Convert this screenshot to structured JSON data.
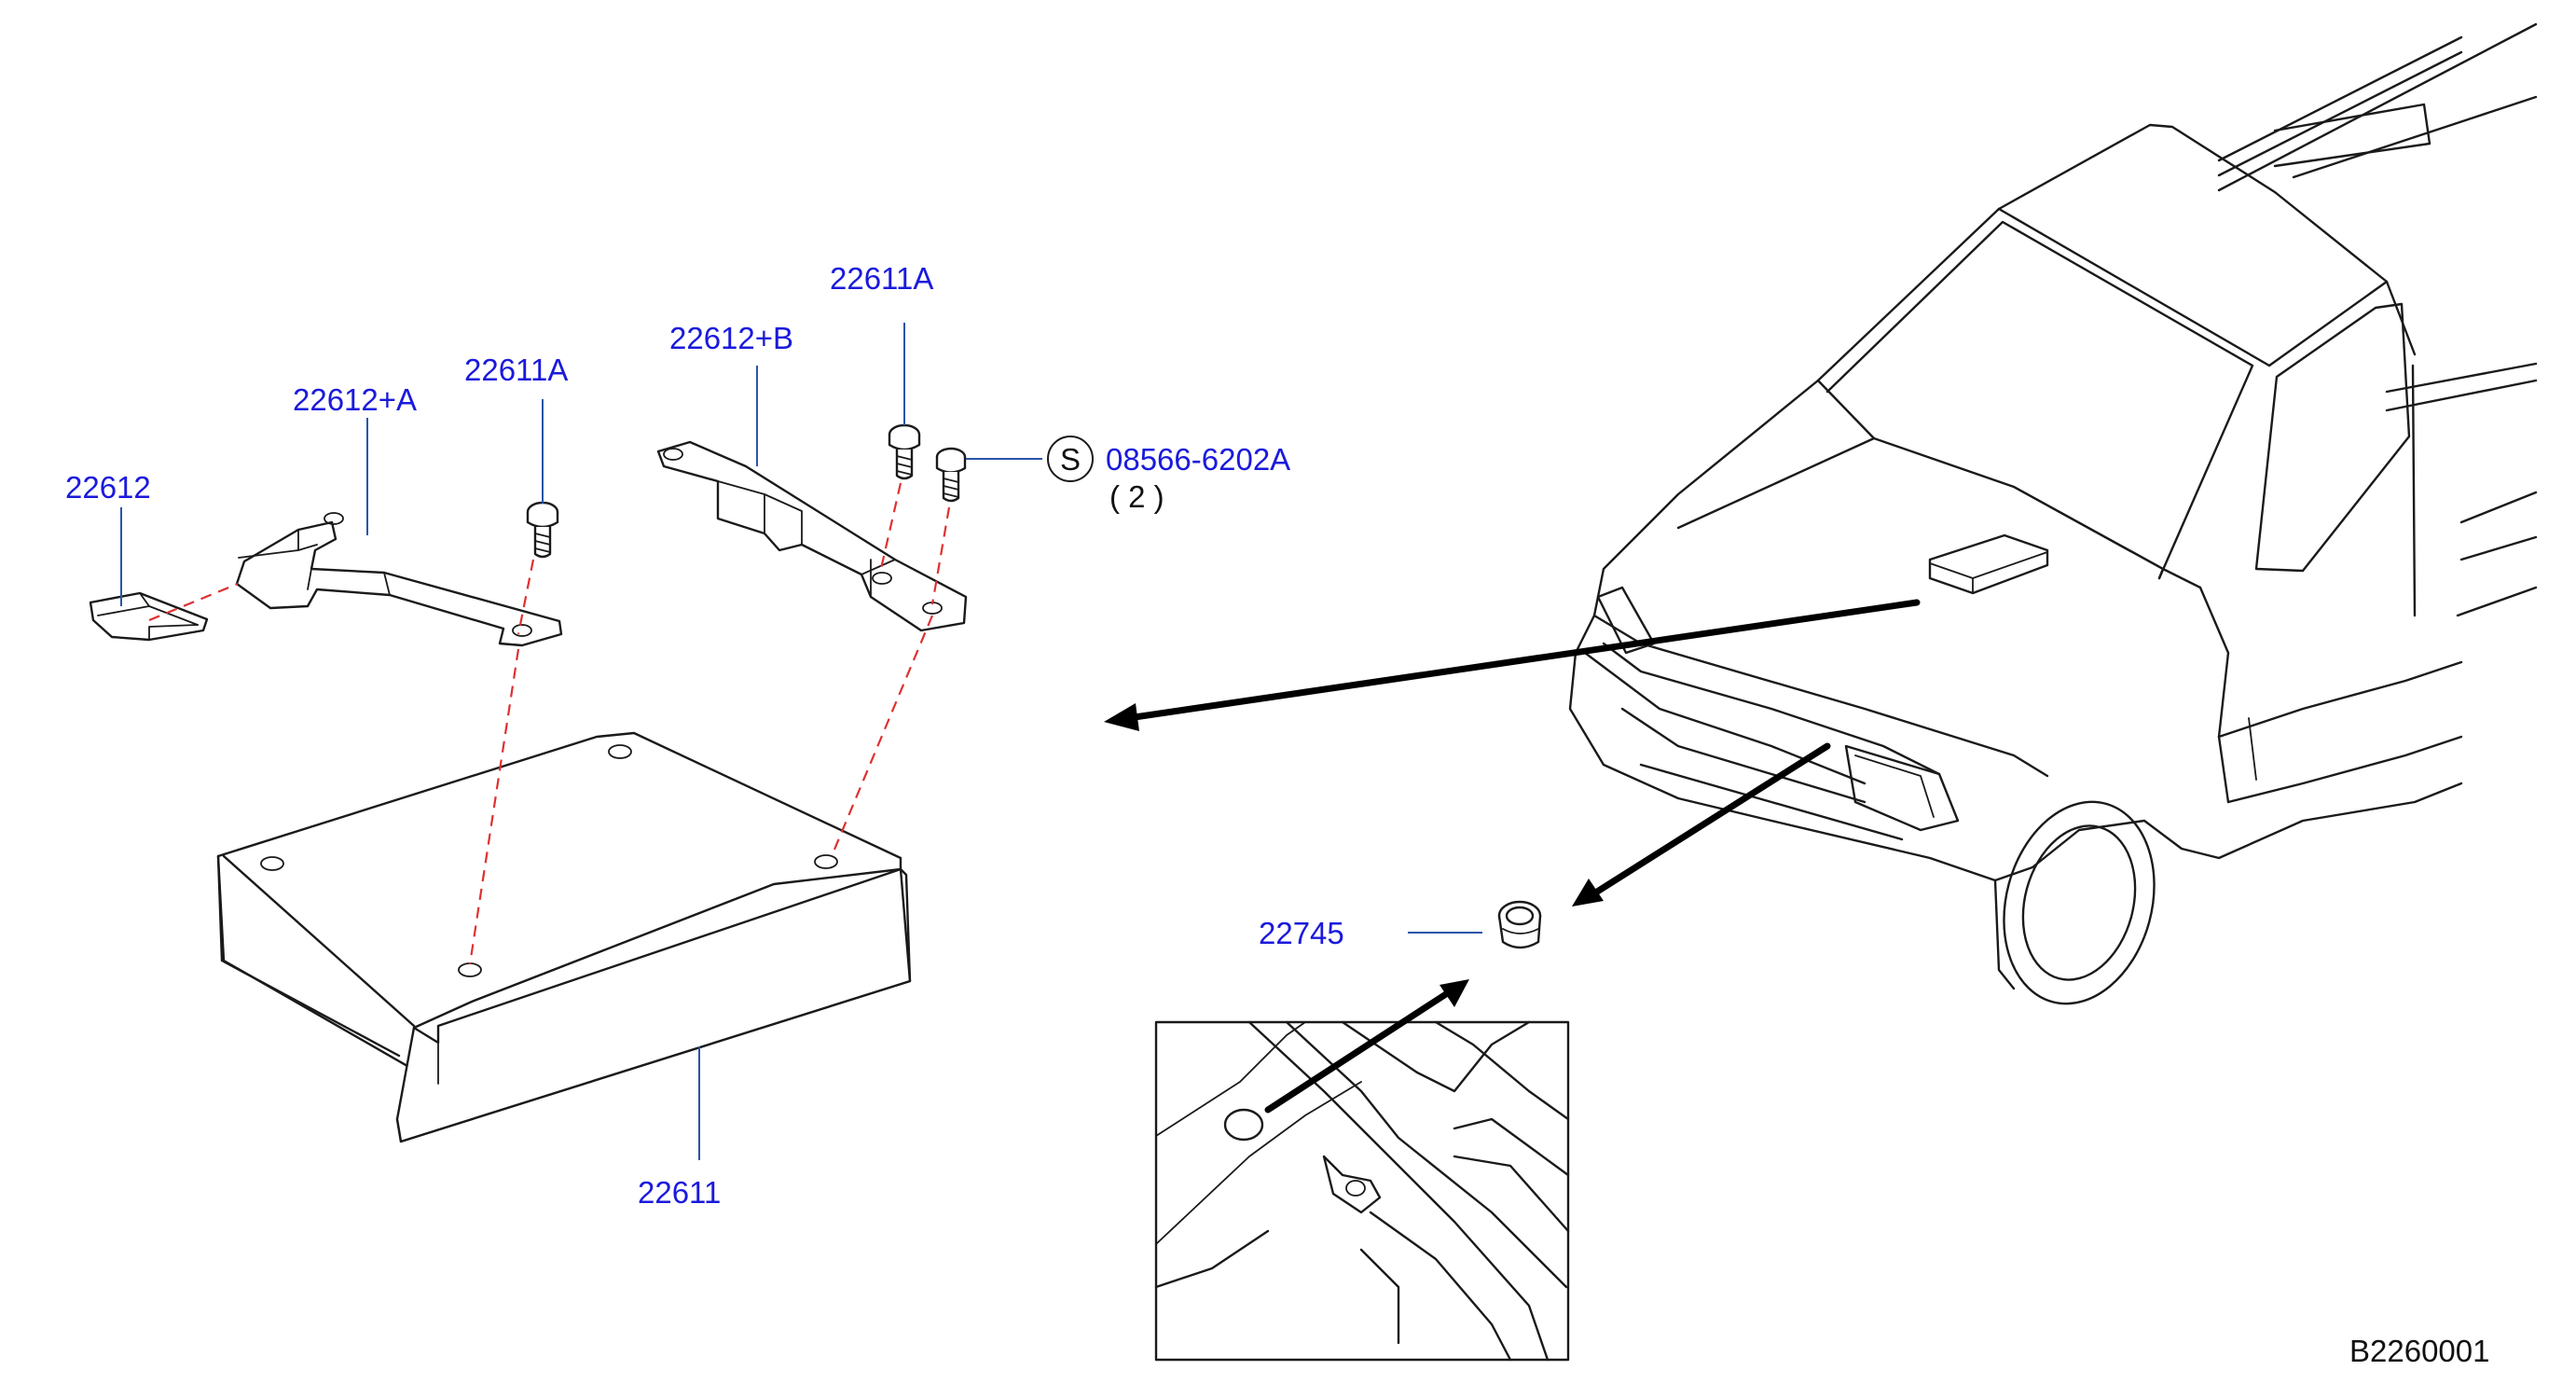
{
  "callouts": {
    "bracket_clip": "22612",
    "bracket_a": "22612+A",
    "bolt_a": "22611A",
    "bracket_b": "22612+B",
    "bolt_b": "22611A",
    "screw_symbol": "S",
    "screw_part": "08566-6202A",
    "screw_qty": "( 2 )",
    "grommet": "22745",
    "ecu_module": "22611"
  },
  "diagram_id": "B2260001",
  "colors": {
    "label": "#1a1adc",
    "leader": "#2a55a8",
    "dashed_guide": "#e03030",
    "outline": "#1a1a1a"
  }
}
